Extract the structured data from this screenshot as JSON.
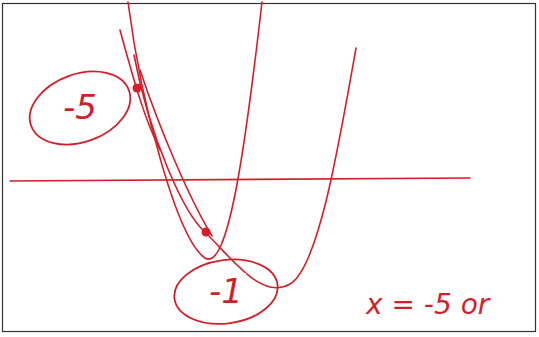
{
  "diagram": {
    "nodes": [
      {
        "text": [
          "-5"
        ]
      },
      {
        "text": [
          "-1"
        ]
      }
    ],
    "labels": [
      "x = -5 or"
    ]
  }
}
